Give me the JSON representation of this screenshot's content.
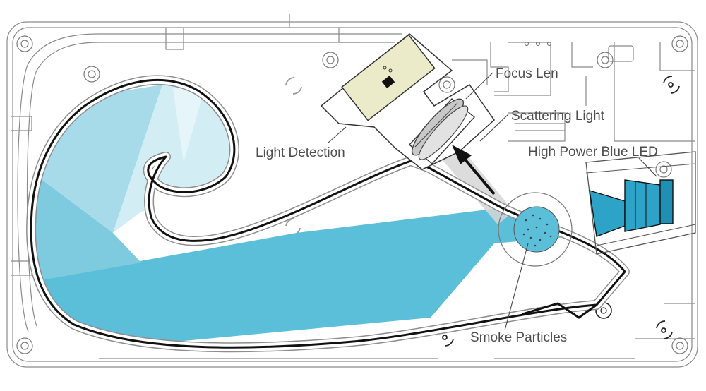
{
  "labels": {
    "focus_lens": "Focus Len",
    "scattering_light": "Scattering Light",
    "light_detection": "Light Detection",
    "led": "High Power Blue LED",
    "smoke": "Smoke Particles"
  },
  "colors": {
    "beam": "#5bbfd9",
    "beam_light": "#a7dbe9",
    "beam_pale": "#d8eff6",
    "led_body": "#2ea3c8",
    "detector": "#ecebc9",
    "scatter": "#cfcfcf",
    "outline": "#888888"
  }
}
